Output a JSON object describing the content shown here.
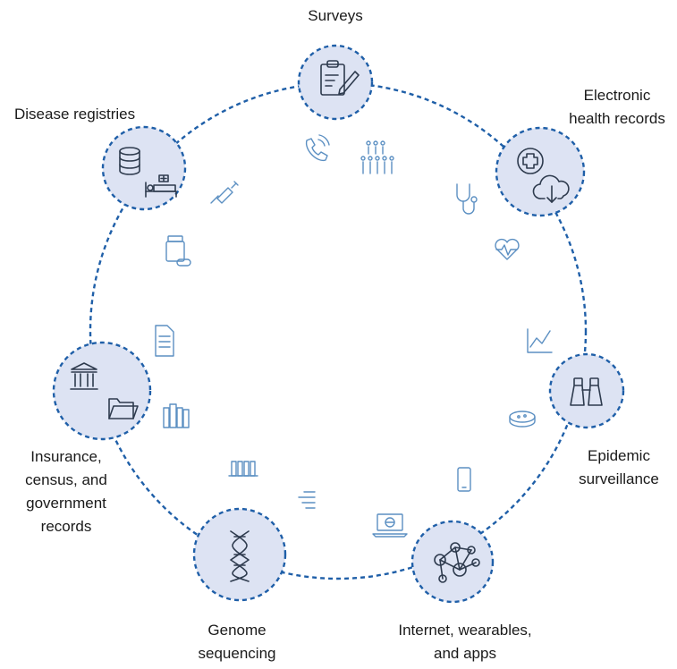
{
  "nodes": [
    {
      "id": "surveys",
      "label": "Surveys"
    },
    {
      "id": "ehr",
      "label_line1": "Electronic",
      "label_line2": "health records"
    },
    {
      "id": "epidemic",
      "label_line1": "Epidemic",
      "label_line2": "surveillance"
    },
    {
      "id": "internet",
      "label_line1": "Internet, wearables,",
      "label_line2": "and apps"
    },
    {
      "id": "genome",
      "label_line1": "Genome",
      "label_line2": "sequencing"
    },
    {
      "id": "insurance",
      "label_line1": "Insurance,",
      "label_line2": "census, and",
      "label_line3": "government",
      "label_line4": "records"
    },
    {
      "id": "registries",
      "label": "Disease registries"
    }
  ],
  "colors": {
    "ring": "#1f5fa8",
    "node_fill": "#dde3f3",
    "icon_dark": "#2e3b4e",
    "icon_light": "#5b8fc2"
  },
  "icons": [
    "clipboard-pencil-icon",
    "medical-cross-icon",
    "cloud-download-icon",
    "binoculars-icon",
    "network-people-icon",
    "dna-icon",
    "bank-building-icon",
    "folder-icon",
    "database-icon",
    "hospital-bed-icon",
    "phone-icon",
    "crowd-icon",
    "stethoscope-icon",
    "heart-pulse-icon",
    "line-chart-icon",
    "petri-dish-icon",
    "smartphone-icon",
    "laptop-globe-icon",
    "data-stream-icon",
    "test-tubes-icon",
    "books-icon",
    "document-icon",
    "pill-bottle-icon",
    "syringe-icon"
  ]
}
